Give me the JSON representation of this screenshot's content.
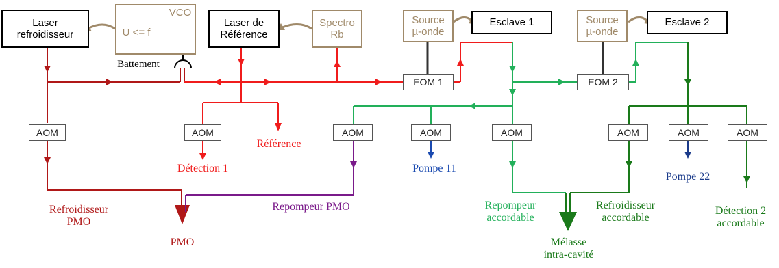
{
  "colors": {
    "black": "#000000",
    "brown": "#a08a6a",
    "darkred": "#b01818",
    "red": "#f01c1c",
    "purple": "#7a1a8a",
    "green_light": "#22b05a",
    "green_dark": "#1a7a1a",
    "blue": "#1a4ab0",
    "navy": "#1a3a8a"
  },
  "boxes": {
    "laser_cooler": "Laser\nrefroidisseur",
    "vco_label": "VCO",
    "vco_formula": "U <= f",
    "laser_ref": "Laser de\nRéférence",
    "spectro": "Spectro\nRb",
    "source1": "Source\nµ-onde",
    "slave1": "Esclave 1",
    "source2": "Source\nµ-onde",
    "slave2": "Esclave 2",
    "eom1": "EOM 1",
    "eom2": "EOM 2",
    "aom": "AOM"
  },
  "labels": {
    "beat": "Battement",
    "reference": "Référence",
    "detection1": "Détection 1",
    "pompe11": "Pompe 11",
    "pompe22": "Pompe 22",
    "refroidisseur_pmo": "Refroidisseur\nPMO",
    "repompeur_pmo": "Repompeur PMO",
    "pmo": "PMO",
    "repompeur_acc": "Repompeur\naccordable",
    "refroidisseur_acc": "Refroidisseur\naccordable",
    "melasse": "Mélasse\nintra-cavité",
    "detection2": "Détection 2\naccordable"
  }
}
